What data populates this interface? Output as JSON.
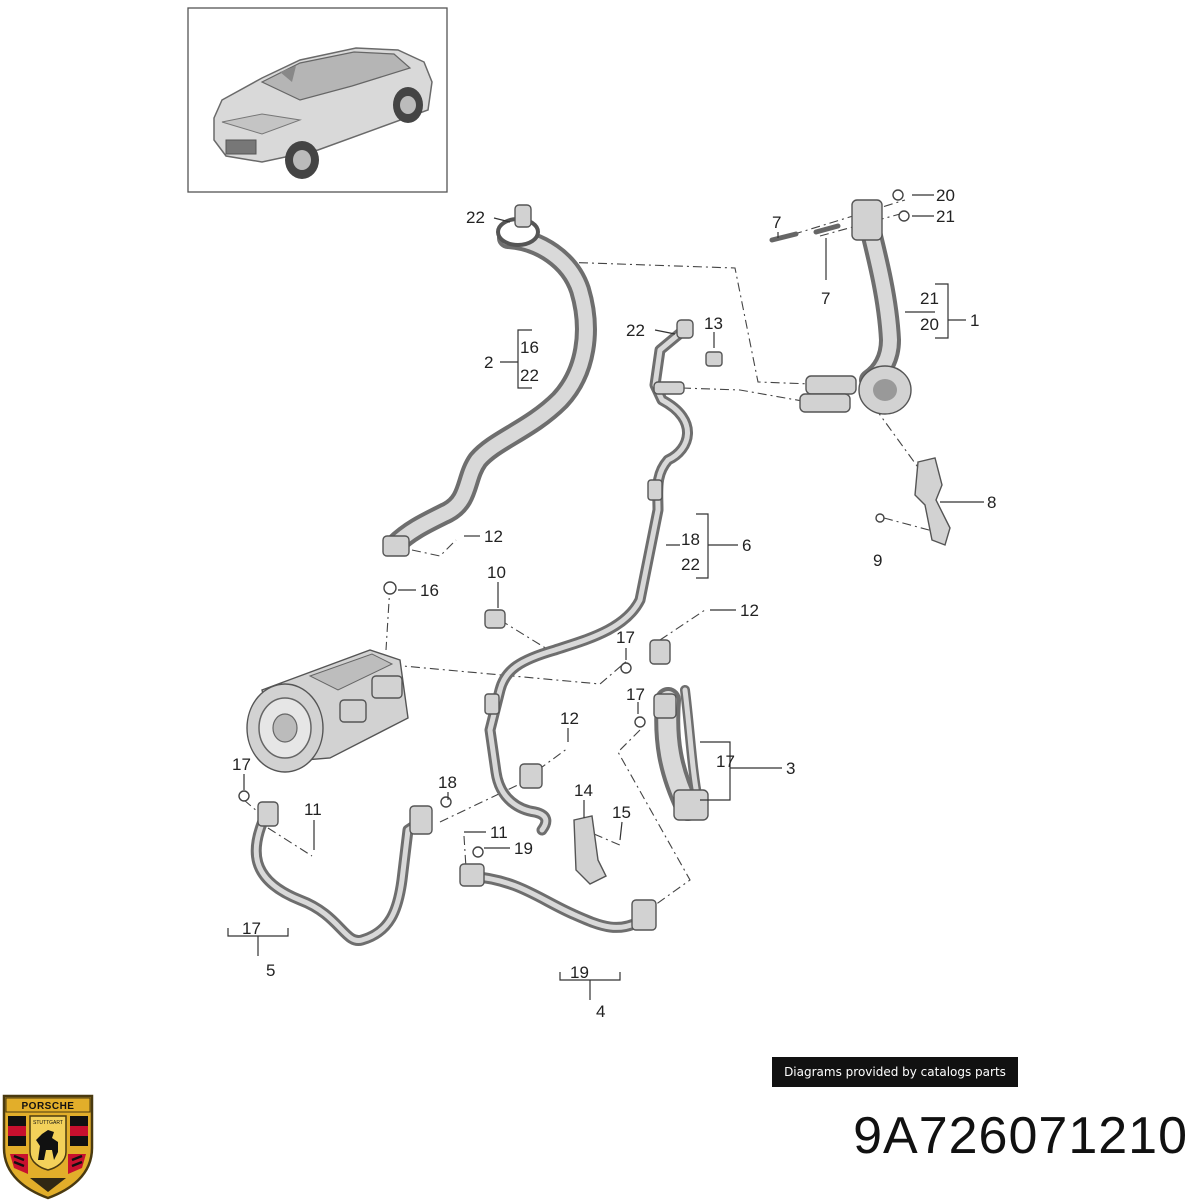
{
  "credit_text": "Diagrams provided by catalogs parts",
  "part_number": "9A726071210",
  "brand": {
    "name_text": "PORSCHE",
    "city_text": "STUTTGART",
    "colors": {
      "gold": "#e2ae2a",
      "red": "#c8102e",
      "black": "#111111"
    }
  },
  "diagram": {
    "thumbnail": "car-thumbnail",
    "callouts": [
      {
        "id": "c22a",
        "text": "22"
      },
      {
        "id": "c20a",
        "text": "20"
      },
      {
        "id": "c21a",
        "text": "21"
      },
      {
        "id": "c7a",
        "text": "7"
      },
      {
        "id": "c7b",
        "text": "7"
      },
      {
        "id": "c21b",
        "text": "21"
      },
      {
        "id": "c20b",
        "text": "20"
      },
      {
        "id": "c1",
        "text": "1"
      },
      {
        "id": "c2",
        "text": "2"
      },
      {
        "id": "c16a",
        "text": "16"
      },
      {
        "id": "c22b",
        "text": "22"
      },
      {
        "id": "c22c",
        "text": "22"
      },
      {
        "id": "c13",
        "text": "13"
      },
      {
        "id": "c8",
        "text": "8"
      },
      {
        "id": "c9",
        "text": "9"
      },
      {
        "id": "c12a",
        "text": "12"
      },
      {
        "id": "c16b",
        "text": "16"
      },
      {
        "id": "c18a",
        "text": "18"
      },
      {
        "id": "c22d",
        "text": "22"
      },
      {
        "id": "c6",
        "text": "6"
      },
      {
        "id": "c10",
        "text": "10"
      },
      {
        "id": "c12b",
        "text": "12"
      },
      {
        "id": "c17a",
        "text": "17"
      },
      {
        "id": "c17b",
        "text": "17"
      },
      {
        "id": "c12c",
        "text": "12"
      },
      {
        "id": "c17c",
        "text": "17"
      },
      {
        "id": "c3",
        "text": "3"
      },
      {
        "id": "c17d",
        "text": "17"
      },
      {
        "id": "c11a",
        "text": "11"
      },
      {
        "id": "c18b",
        "text": "18"
      },
      {
        "id": "c14",
        "text": "14"
      },
      {
        "id": "c15",
        "text": "15"
      },
      {
        "id": "c11b",
        "text": "11"
      },
      {
        "id": "c19a",
        "text": "19"
      },
      {
        "id": "c17e",
        "text": "17"
      },
      {
        "id": "c5",
        "text": "5"
      },
      {
        "id": "c19b",
        "text": "19"
      },
      {
        "id": "c4",
        "text": "4"
      }
    ]
  }
}
